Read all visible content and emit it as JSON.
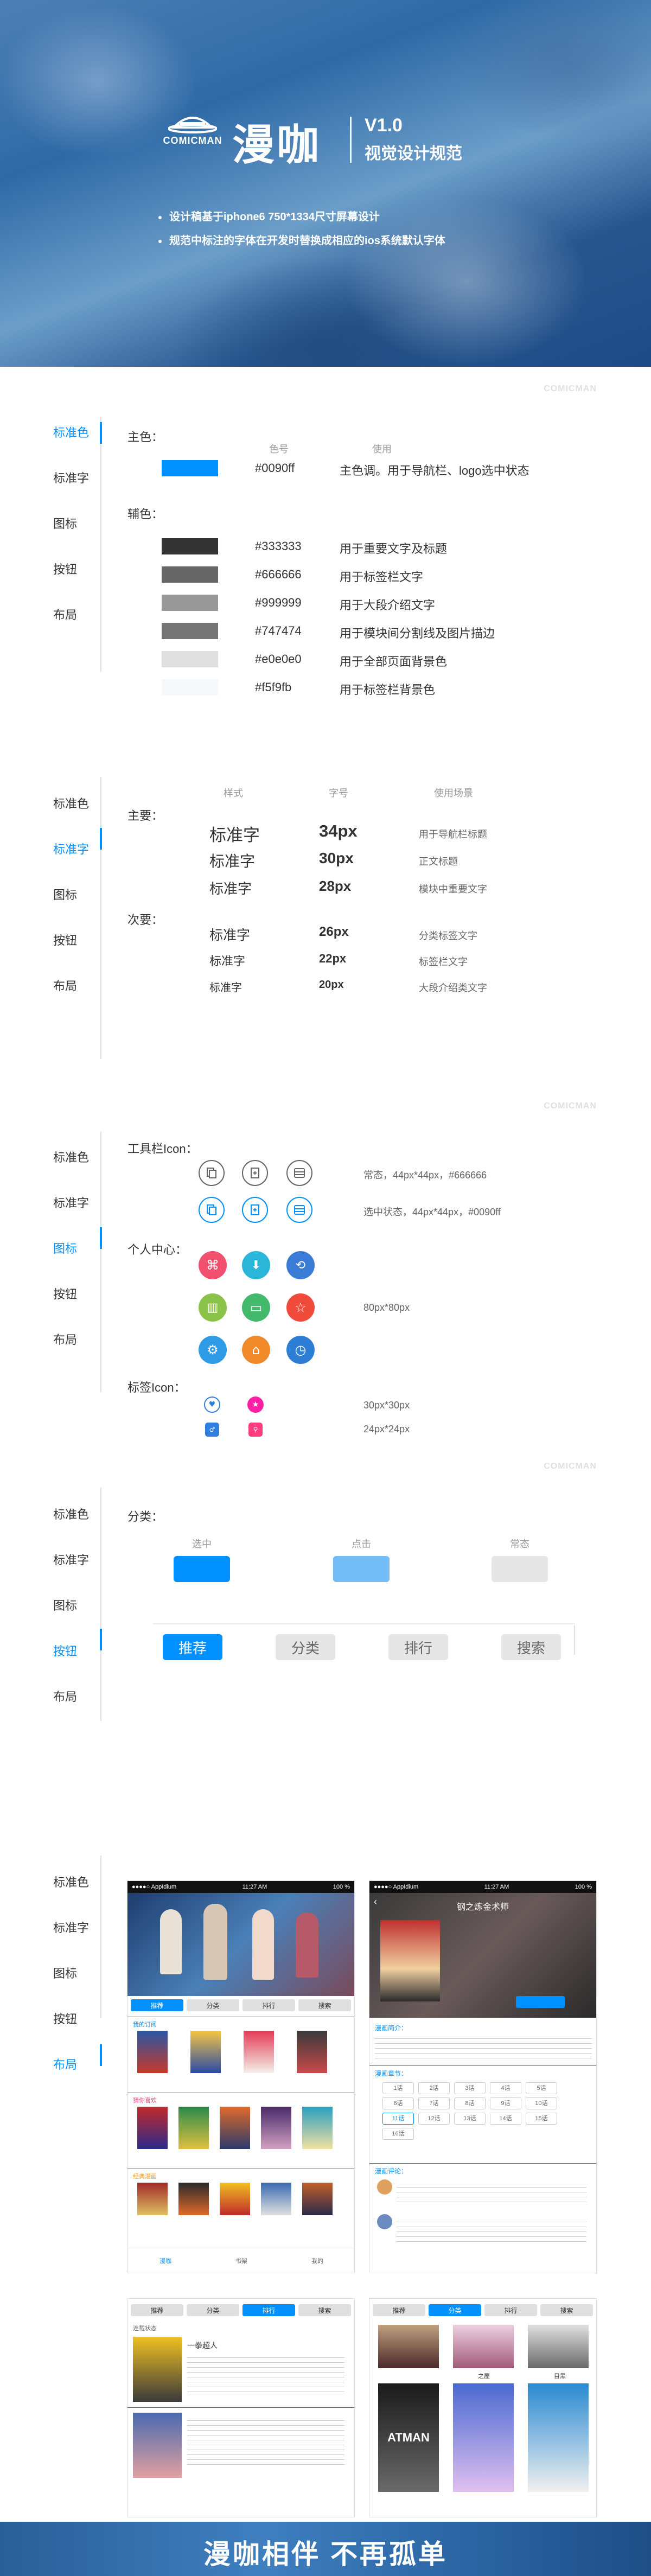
{
  "hero": {
    "logo_text": "COMICMAN",
    "title": "漫咖",
    "version": "V1.0",
    "subtitle": "视觉设计规范",
    "notes": [
      "设计稿基于iphone6  750*1334尺寸屏幕设计",
      "规范中标注的字体在开发时替换成相应的ios系统默认字体"
    ]
  },
  "brand_watermark": "COMICMAN",
  "nav": [
    "标准色",
    "标准字",
    "图标",
    "按钮",
    "布局"
  ],
  "colors": {
    "main_label": "主色：",
    "col_hex": "色号",
    "col_use": "使用",
    "main": {
      "hex": "#0090ff",
      "use": "主色调。用于导航栏、logo选中状态",
      "color": "#0090ff"
    },
    "aux_label": "辅色：",
    "aux": [
      {
        "hex": "#333333",
        "use": "用于重要文字及标题",
        "color": "#333333"
      },
      {
        "hex": "#666666",
        "use": "用于标签栏文字",
        "color": "#666666"
      },
      {
        "hex": "#999999",
        "use": "用于大段介绍文字",
        "color": "#999999"
      },
      {
        "hex": "#747474",
        "use": "用于模块间分割线及图片描边",
        "color": "#747474"
      },
      {
        "hex": "#e0e0e0",
        "use": "用于全部页面背景色",
        "color": "#e0e0e0"
      },
      {
        "hex": "#f5f9fb",
        "use": "用于标签栏背景色",
        "color": "#f5f9fb"
      }
    ]
  },
  "typography": {
    "col_sample": "样式",
    "col_size": "字号",
    "col_usage": "使用场景",
    "primary_label": "主要：",
    "secondary_label": "次要：",
    "primary": [
      {
        "sample": "标准字",
        "size": "34px",
        "usage": "用于导航栏标题"
      },
      {
        "sample": "标准字",
        "size": "30px",
        "usage": "正文标题"
      },
      {
        "sample": "标准字",
        "size": "28px",
        "usage": "模块中重要文字"
      }
    ],
    "secondary": [
      {
        "sample": "标准字",
        "size": "26px",
        "usage": "分类标签文字"
      },
      {
        "sample": "标准字",
        "size": "22px",
        "usage": "标签栏文字"
      },
      {
        "sample": "标准字",
        "size": "20px",
        "usage": "大段介绍类文字"
      }
    ]
  },
  "icons": {
    "toolbar_label": "工具栏Icon：",
    "toolbar_normal_spec": "常态，44px*44px，#666666",
    "toolbar_selected_spec": "选中状态，44px*44px，#0090ff",
    "personal_label": "个人中心：",
    "personal_spec": "80px*80px",
    "personal_icons": [
      {
        "name": "command-icon",
        "color": "#f0506e",
        "glyph": "⌘"
      },
      {
        "name": "download-icon",
        "color": "#29b6d8",
        "glyph": "⬇"
      },
      {
        "name": "history-icon",
        "color": "#3a7bd5",
        "glyph": "⟲"
      },
      {
        "name": "chart-icon",
        "color": "#8bc34a",
        "glyph": "▥"
      },
      {
        "name": "screen-icon",
        "color": "#43b96b",
        "glyph": "▭"
      },
      {
        "name": "star-icon",
        "color": "#f04a3a",
        "glyph": "☆"
      },
      {
        "name": "settings-icon",
        "color": "#2f9be6",
        "glyph": "⚙"
      },
      {
        "name": "home-icon",
        "color": "#f08a2a",
        "glyph": "⌂"
      },
      {
        "name": "clock-icon",
        "color": "#2d7fd6",
        "glyph": "◷"
      }
    ],
    "tag_label": "标签Icon：",
    "tag_spec_1": "30px*30px",
    "tag_spec_2": "24px*24px"
  },
  "buttons": {
    "category_label": "分类：",
    "states": [
      {
        "caption": "选中",
        "color": "#0090ff"
      },
      {
        "caption": "点击",
        "color": "#73bdf7"
      },
      {
        "caption": "常态",
        "color": "#e6e6e6"
      }
    ],
    "tabs": [
      "推荐",
      "分类",
      "排行",
      "搜索"
    ]
  },
  "layout": {
    "status_left": "●●●●○ AppIdium",
    "status_time": "11:27 AM",
    "status_right": "100 %",
    "tabs": [
      "推荐",
      "分类",
      "排行",
      "搜索"
    ],
    "sections": [
      "我的订阅",
      "猜你喜欢",
      "经典漫画"
    ],
    "detail_title": "钢之炼金术师",
    "intro_label": "漫画简介：",
    "chapters_label": "漫画章节：",
    "comments_label": "漫画评论：",
    "chapters": [
      "1话",
      "2话",
      "3话",
      "4话",
      "5话",
      "6话",
      "7话",
      "8话",
      "9话",
      "10话",
      "11话",
      "12话",
      "13话",
      "14话",
      "15话",
      "16话"
    ],
    "filter_label": "连载状态",
    "search_result": "一拳超人",
    "cover_titles": [
      "之屋",
      "目黑",
      "ATMAN"
    ],
    "nav_labels": [
      "漫咖",
      "书架",
      "我的"
    ]
  },
  "footer": {
    "slogan": "漫咖相伴  不再孤单"
  }
}
